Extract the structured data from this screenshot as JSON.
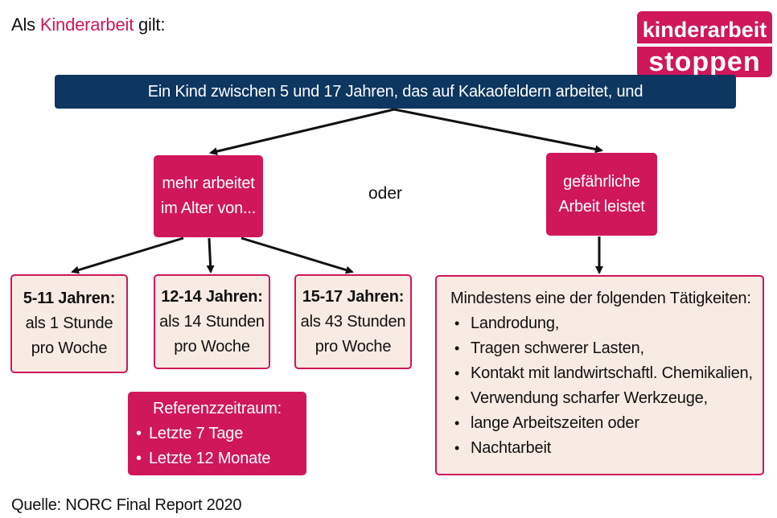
{
  "heading": {
    "prefix": "Als ",
    "accent": "Kinderarbeit",
    "suffix": " gilt:"
  },
  "logo": {
    "line1": "kinderarbeit",
    "line2": "stoppen"
  },
  "banner": "Ein Kind zwischen 5 und 17 Jahren, das auf Kakaofeldern arbeitet, und",
  "mehr": {
    "line1": "mehr arbeitet",
    "line2": "im Alter von..."
  },
  "oder": "oder",
  "gefaehrlich": {
    "line1": "gefährliche",
    "line2": "Arbeit leistet"
  },
  "age_boxes": [
    {
      "head": "5-11 Jahren:",
      "line2": "als 1 Stunde",
      "line3": "pro Woche"
    },
    {
      "head": "12-14 Jahren:",
      "line2": "als 14 Stunden",
      "line3": "pro Woche"
    },
    {
      "head": "15-17 Jahren:",
      "line2": "als 43 Stunden",
      "line3": "pro Woche"
    }
  ],
  "referenz": {
    "title": "Referenzzeitraum:",
    "items": [
      "Letzte 7 Tage",
      "Letzte 12 Monate"
    ]
  },
  "activities": {
    "title": "Mindestens eine der folgenden Tätigkeiten:",
    "items": [
      "Landrodung,",
      "Tragen schwerer Lasten,",
      "Kontakt mit landwirtschaftl. Chemikalien,",
      "Verwendung scharfer Werkzeuge,",
      "lange Arbeitszeiten oder",
      "Nachtarbeit"
    ]
  },
  "source": "Quelle: NORC Final Report 2020",
  "colors": {
    "pink": "#d0175a",
    "navy": "#0d3660",
    "beige": "#f7ebe3"
  }
}
